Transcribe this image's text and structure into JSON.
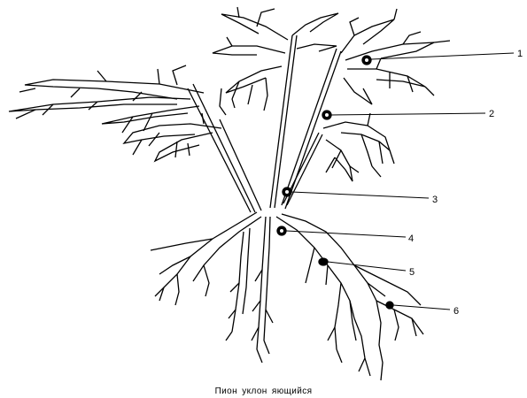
{
  "caption": "Пион уклон яющийся",
  "callouts": [
    {
      "label": "1"
    },
    {
      "label": "2"
    },
    {
      "label": "3"
    },
    {
      "label": "4"
    },
    {
      "label": "5"
    },
    {
      "label": "6"
    }
  ],
  "colors": {
    "ink": "#000000",
    "background": "#ffffff"
  }
}
